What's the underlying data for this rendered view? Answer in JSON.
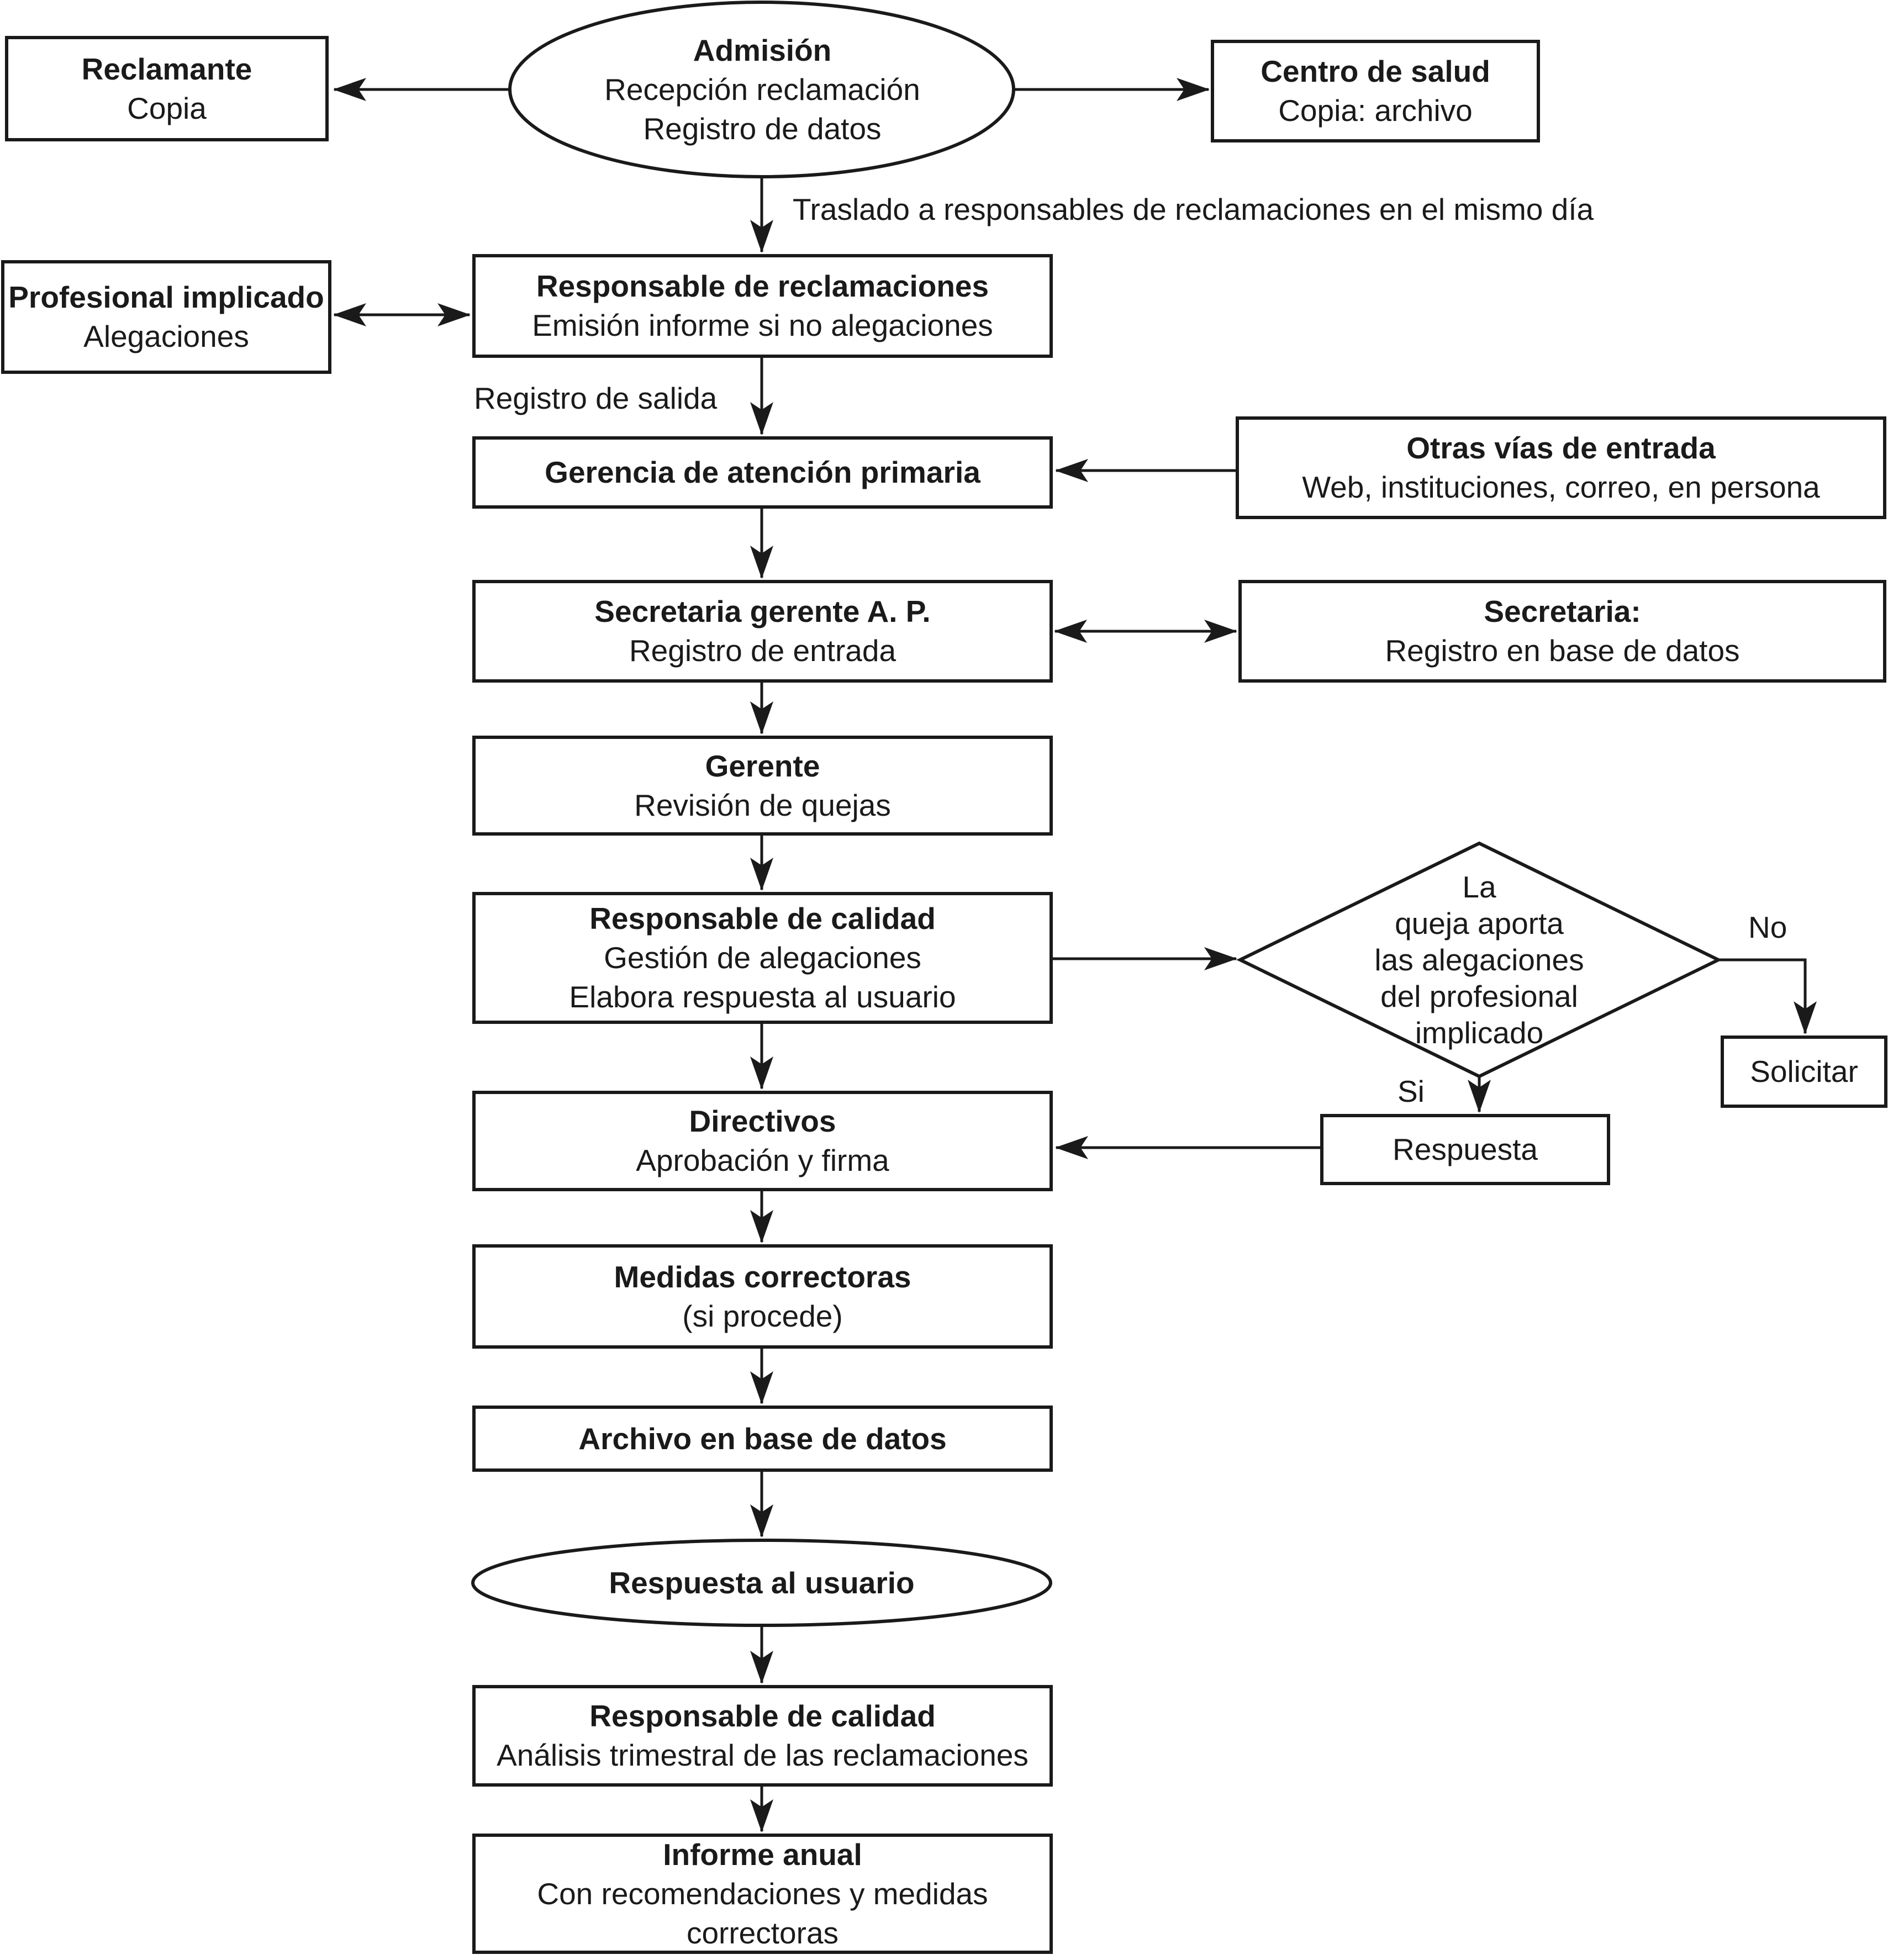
{
  "diagram": {
    "background": "#ffffff",
    "line_color": "#1a1a1a",
    "nodes": {
      "admision": {
        "title": "Admisión",
        "line1": "Recepción reclamación",
        "line2": "Registro de datos"
      },
      "reclamante": {
        "title": "Reclamante",
        "line1": "Copia"
      },
      "centro_salud": {
        "title": "Centro de salud",
        "line1": "Copia: archivo"
      },
      "responsable_reclamaciones": {
        "title": "Responsable de reclamaciones",
        "line1": "Emisión informe si no alegaciones"
      },
      "profesional_implicado": {
        "title": "Profesional implicado",
        "line1": "Alegaciones"
      },
      "gerencia": {
        "title": "Gerencia de atención primaria"
      },
      "otras_vias": {
        "title": "Otras vías de entrada",
        "line1": "Web, instituciones, correo, en persona"
      },
      "secretaria_gerente": {
        "title": "Secretaria gerente A. P.",
        "line1": "Registro de entrada"
      },
      "secretaria_bd": {
        "title": "Secretaria:",
        "line1": "Registro en base de datos"
      },
      "gerente": {
        "title": "Gerente",
        "line1": "Revisión de quejas"
      },
      "responsable_calidad": {
        "title": "Responsable de calidad",
        "line1": "Gestión de alegaciones",
        "line2": "Elabora respuesta al usuario"
      },
      "decision": {
        "line1": "La",
        "line2": "queja aporta",
        "line3": "las alegaciones",
        "line4": "del profesional",
        "line5": "implicado"
      },
      "solicitar": {
        "title": "Solicitar"
      },
      "respuesta": {
        "title": "Respuesta"
      },
      "directivos": {
        "title": "Directivos",
        "line1": "Aprobación y firma"
      },
      "medidas": {
        "title": "Medidas correctoras",
        "line1": "(si procede)"
      },
      "archivo": {
        "title": "Archivo en base de datos"
      },
      "respuesta_usuario": {
        "title": "Respuesta al usuario"
      },
      "responsable_calidad_2": {
        "title": "Responsable de calidad",
        "line1": "Análisis trimestral de las reclamaciones"
      },
      "informe_anual": {
        "title": "Informe anual",
        "line1": "Con recomendaciones y medidas",
        "line2": "correctoras"
      }
    },
    "labels": {
      "traslado": "Traslado a responsables de reclamaciones en el mismo día",
      "registro_salida": "Registro de salida",
      "no": "No",
      "si": "Si"
    }
  }
}
